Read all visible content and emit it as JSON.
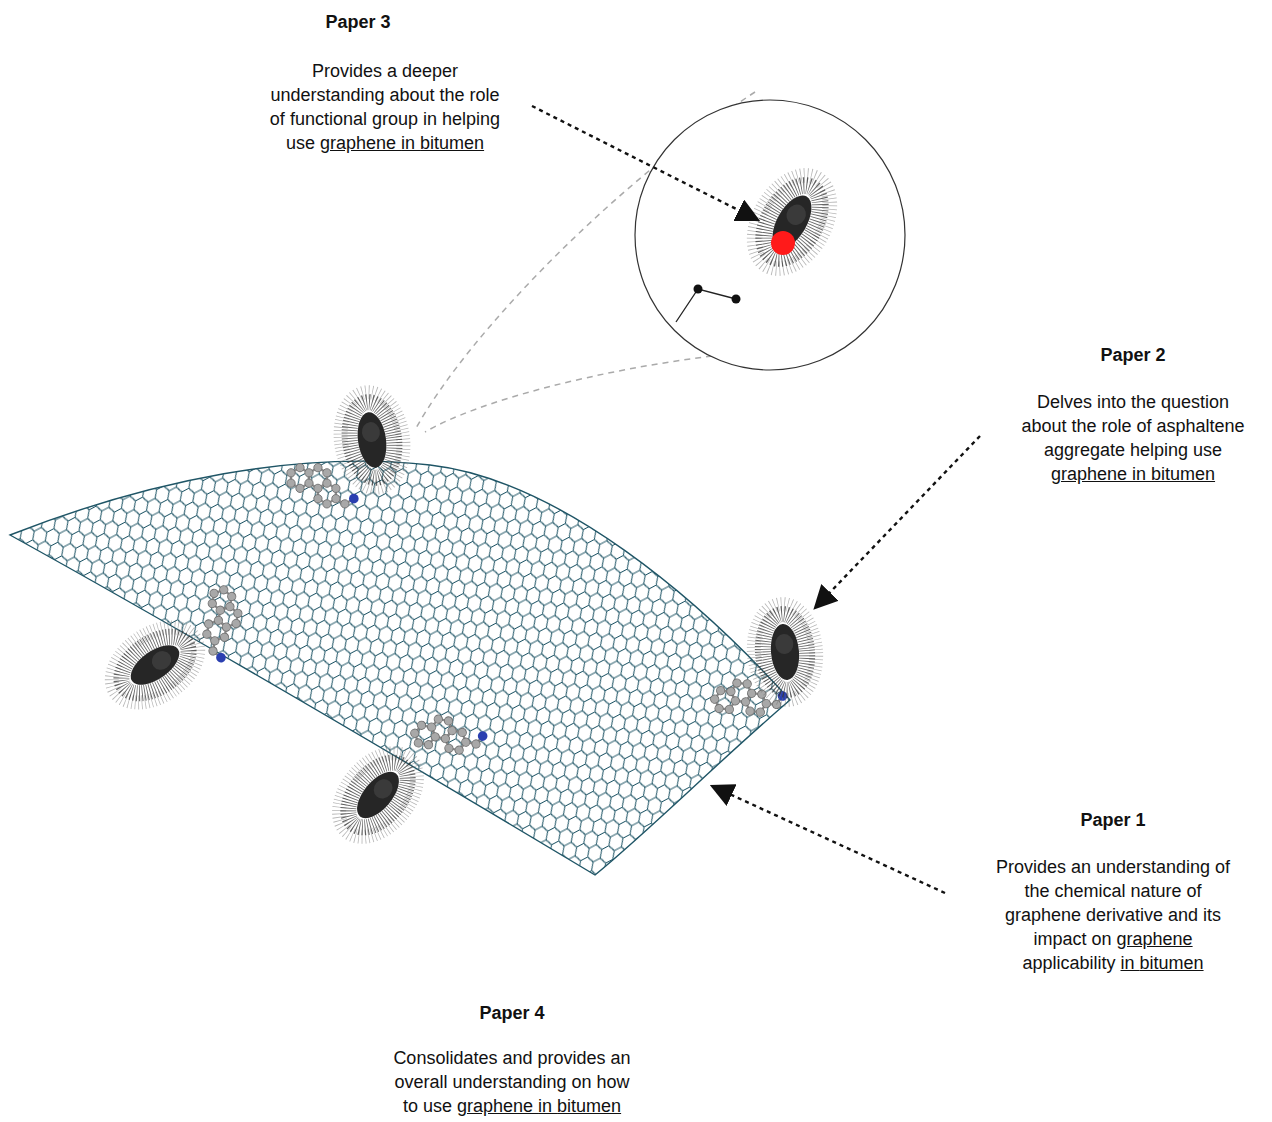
{
  "diagram": {
    "labels": [
      "Paper 3",
      "Provides a deeper understanding about the role of functional group in helping use graphene in bitumen",
      "Paper 2",
      "Delves into the question about the role of asphaltene aggregate helping use graphene in bitumen",
      "Paper 1",
      "Provides an understanding of the chemical nature of graphene derivative and its impact on graphene applicability in bitumen",
      "Paper 4",
      "Consolidates and provides an overall understanding on how to use graphene in bitumen"
    ]
  }
}
